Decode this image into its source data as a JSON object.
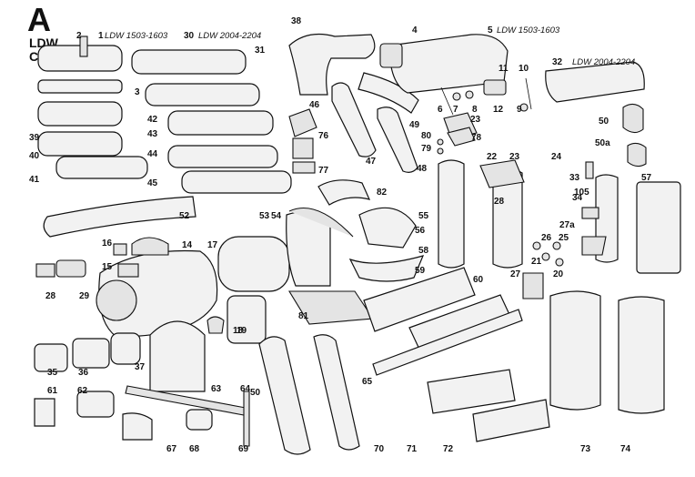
{
  "diagram": {
    "header": {
      "letter": "A",
      "line1": "LDW",
      "line2": "CHD"
    },
    "model_labels": {
      "ldw_1503_1603_a": "LDW 1503-1603",
      "ldw_2004_2204_a": "LDW 2004-2204",
      "ldw_1503_1603_b": "LDW 1503-1603",
      "ldw_2004_2204_b": "LDW 2004-2204"
    },
    "callouts": [
      "1",
      "2",
      "3",
      "4",
      "5",
      "6",
      "7",
      "8",
      "9",
      "10",
      "11",
      "12",
      "14",
      "15",
      "16",
      "17",
      "18",
      "19",
      "20",
      "21",
      "22",
      "23",
      "23",
      "24",
      "25",
      "26",
      "27",
      "27a",
      "28",
      "29",
      "30",
      "31",
      "32",
      "33",
      "34",
      "35",
      "36",
      "37",
      "38",
      "39",
      "40",
      "41",
      "42",
      "43",
      "44",
      "45",
      "46",
      "47",
      "48",
      "49",
      "50",
      "50",
      "50a",
      "52",
      "53",
      "54",
      "55",
      "56",
      "57",
      "58",
      "59",
      "60",
      "61",
      "62",
      "63",
      "64",
      "65",
      "67",
      "68",
      "69",
      "70",
      "71",
      "72",
      "73",
      "74",
      "76",
      "77",
      "78",
      "79",
      "80",
      "81",
      "82",
      "105",
      "28"
    ]
  }
}
